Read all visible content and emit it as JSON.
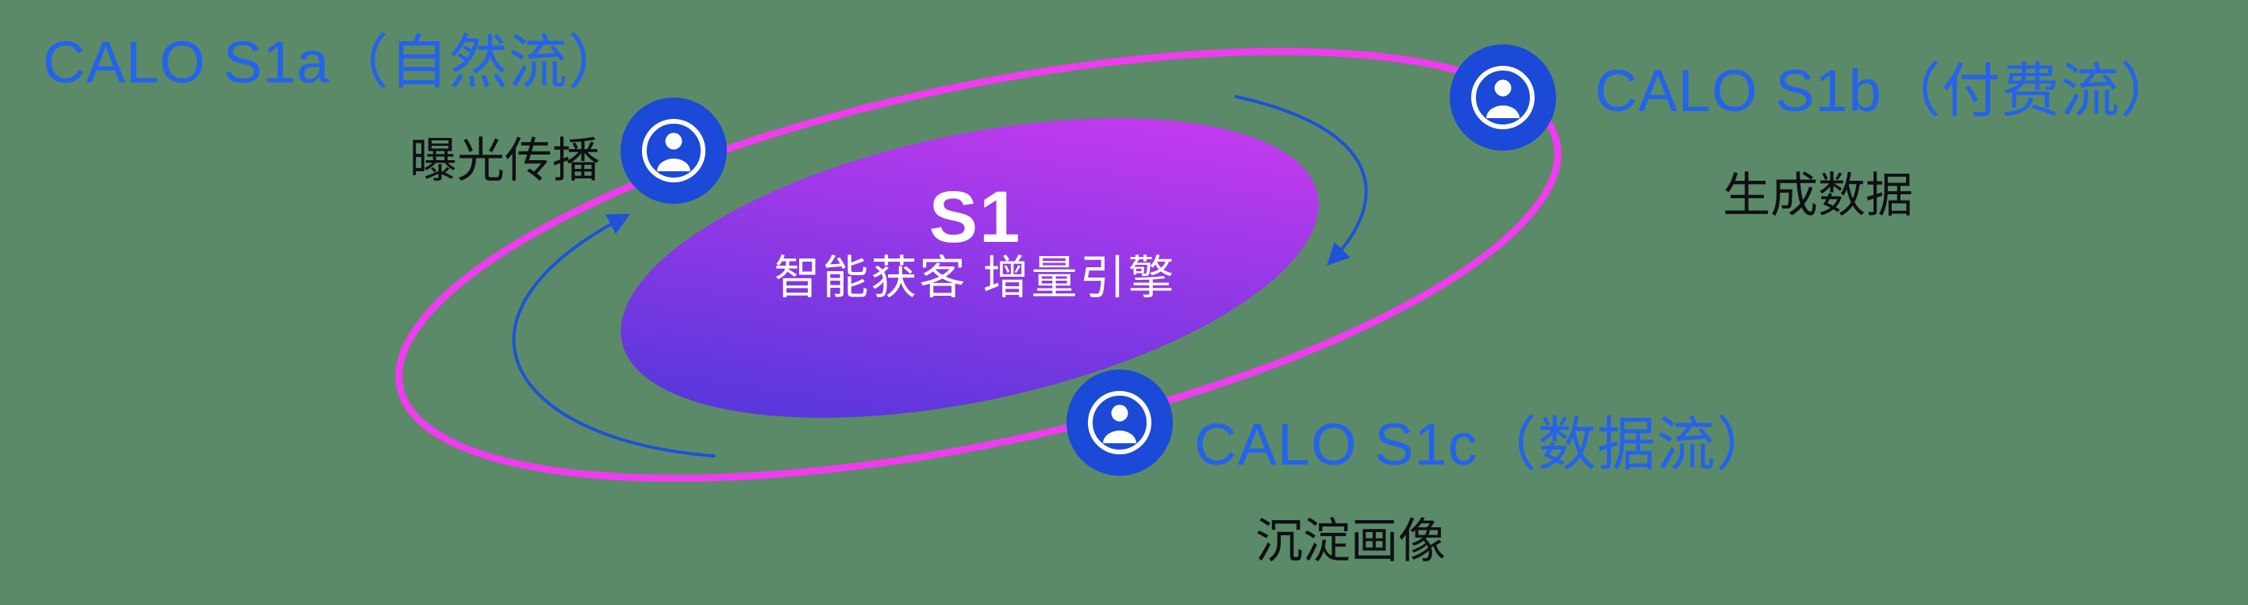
{
  "colors": {
    "bg": "#5b8a68",
    "orbit-pink": "#ee3cee",
    "node-blue": "#1b49d8",
    "arrow-blue": "#1d52d9",
    "title-blue": "#2563eb",
    "text-dark": "#0f1014",
    "grad-blue": "#4336d8",
    "grad-magenta": "#d83bf2",
    "text-white": "#ffffff"
  },
  "center": {
    "title": "S1",
    "subtitle": "智能获客  增量引擎"
  },
  "nodes": [
    {
      "id": "s1a",
      "title": "CALO S1a（自然流）",
      "subtitle": "曝光传播",
      "icon": "user-circle-icon"
    },
    {
      "id": "s1b",
      "title": "CALO S1b（付费流）",
      "subtitle": "生成数据",
      "icon": "user-circle-icon"
    },
    {
      "id": "s1c",
      "title": "CALO S1c（数据流）",
      "subtitle": "沉淀画像",
      "icon": "user-circle-icon"
    }
  ],
  "icons": {
    "node_icon": "user-circle-icon",
    "flow_arrow": "curved-arrow-icon"
  }
}
